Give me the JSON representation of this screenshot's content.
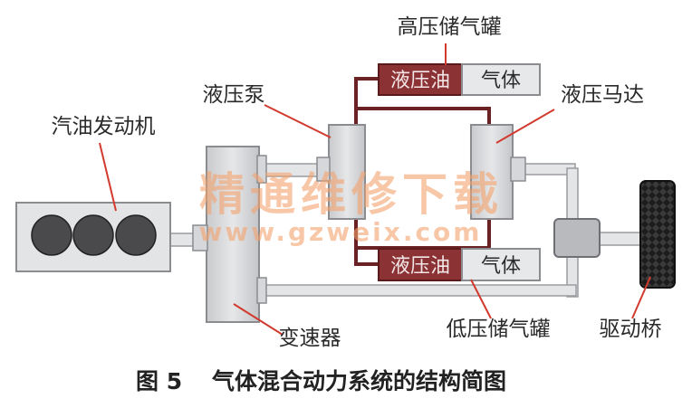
{
  "labels": {
    "high_tank": "高压储气罐",
    "low_tank": "低压储气罐",
    "engine": "汽油发动机",
    "pump": "液压泵",
    "motor": "液压马达",
    "gearbox": "变速器",
    "axle": "驱动桥"
  },
  "tanks": {
    "oil": "液压油",
    "gas": "气体"
  },
  "watermark": {
    "cn": "精通维修下载",
    "url": "www.gzweix.com"
  },
  "caption": {
    "number": "图 5",
    "text": "气体混合动力系统的结构简图"
  },
  "colors": {
    "oil": "#8b3234",
    "oil_line": "#6b2224",
    "component": "#d8d9dc",
    "component_stroke": "#8a8c90",
    "watermark": "#f4a26c"
  }
}
